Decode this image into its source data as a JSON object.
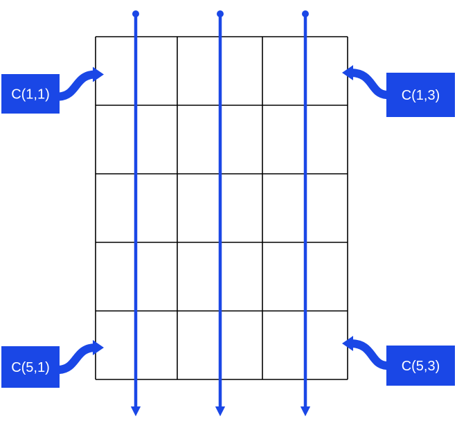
{
  "colors": {
    "accent": "#1a47e6",
    "grid": "#000000",
    "label_text": "#ffffff",
    "background": "#ffffff"
  },
  "grid": {
    "rows": 5,
    "columns": 3
  },
  "column_arrows": [
    {
      "column": 1
    },
    {
      "column": 2
    },
    {
      "column": 3
    }
  ],
  "callouts": [
    {
      "label": "C(1,1)",
      "row": 1,
      "column": 1,
      "side": "left"
    },
    {
      "label": "C(1,3)",
      "row": 1,
      "column": 3,
      "side": "right"
    },
    {
      "label": "C(5,1)",
      "row": 5,
      "column": 1,
      "side": "left"
    },
    {
      "label": "C(5,3)",
      "row": 5,
      "column": 3,
      "side": "right"
    }
  ]
}
